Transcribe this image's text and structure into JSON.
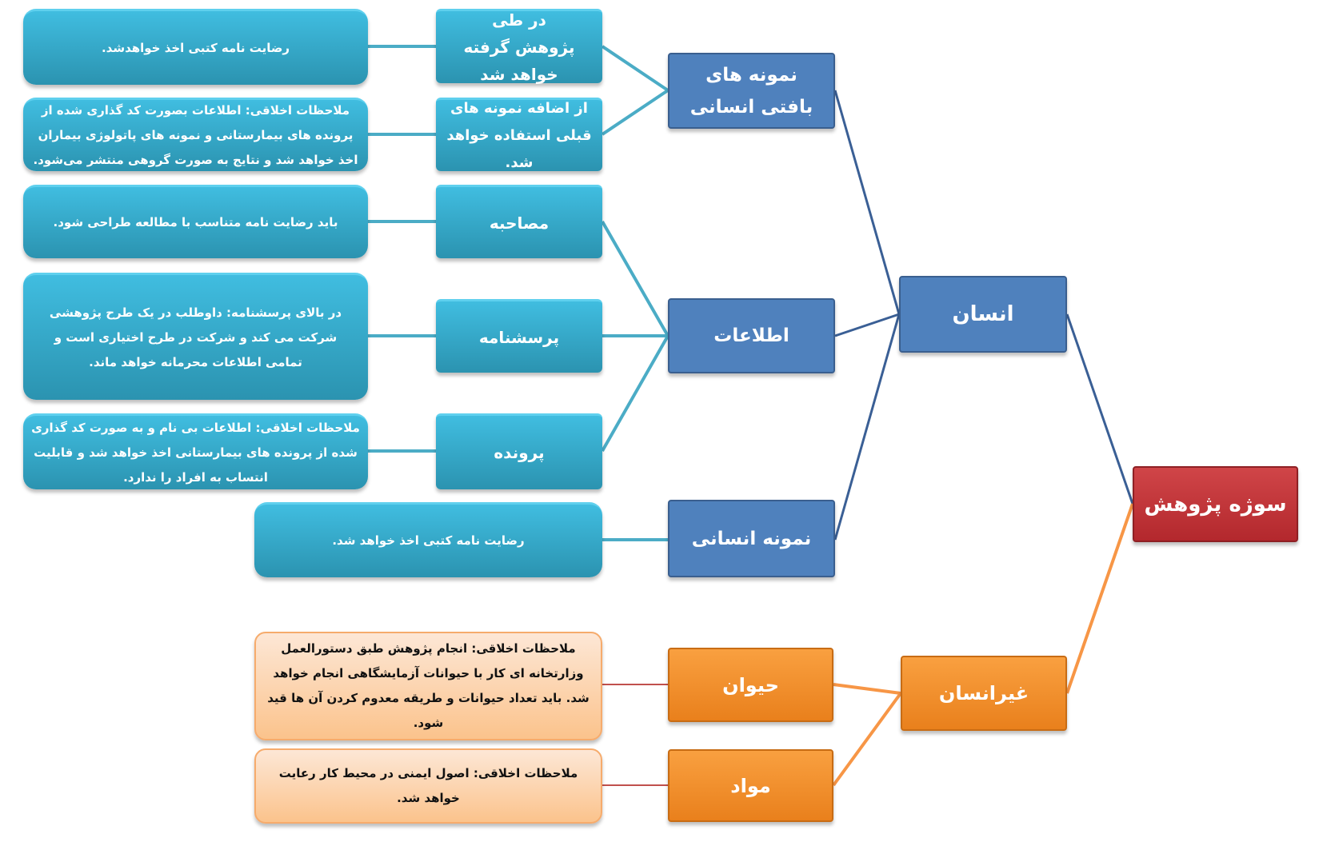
{
  "root": "سوژه پژوهش",
  "human": {
    "label": "انسان",
    "tissue": {
      "label": "نمونه های بافتی انسانی",
      "items": [
        {
          "label": "در طی پژوهش گرفته خواهد شد",
          "note": "رضایت نامه کتبی اخذ خواهدشد."
        },
        {
          "label": "از اضافه نمونه های قبلی استفاده خواهد شد.",
          "note": "ملاحظات اخلاقی: اطلاعات بصورت کد گذاری شده از پرونده های بیمارستانی و نمونه های پاتولوژی بیماران اخذ خواهد شد و نتایج به صورت گروهی منتشر می‌شود."
        }
      ]
    },
    "info": {
      "label": "اطلاعات",
      "items": [
        {
          "label": "مصاحبه",
          "note": "باید رضایت نامه متناسب با مطالعه طراحی شود."
        },
        {
          "label": "پرسشنامه",
          "note": "در بالای پرسشنامه: داوطلب در یک طرح پژوهشی شرکت می کند و شرکت در طرح اختیاری است و تمامی اطلاعات محرمانه خواهد ماند."
        },
        {
          "label": "پرونده",
          "note": "ملاحظات اخلاقی: اطلاعات بی نام و به صورت کد گذاری شده از پرونده های بیمارستانی اخذ خواهد شد و قابلیت انتساب به افراد را ندارد."
        }
      ]
    },
    "sample": {
      "label": "نمونه انسانی",
      "note": "رضایت نامه کتبی اخذ خواهد شد."
    }
  },
  "nonhuman": {
    "label": "غیرانسان",
    "animal": {
      "label": "حیوان",
      "note": "ملاحظات اخلاقی: انجام پژوهش طبق دستورالعمل وزارتخانه ای کار با حیوانات آزمایشگاهی انجام خواهد شد. باید تعداد حیوانات و طریقه معدوم کردن آن ها قید شود."
    },
    "material": {
      "label": "مواد",
      "note": "ملاحظات اخلاقی: اصول ایمنی در محیط کار رعایت خواهد شد."
    }
  },
  "colors": {
    "teal": "#3bb9dc",
    "blue": "#4f81bd",
    "red": "#c0393b",
    "orange": "#f79433",
    "peach": "#fbc48e"
  }
}
